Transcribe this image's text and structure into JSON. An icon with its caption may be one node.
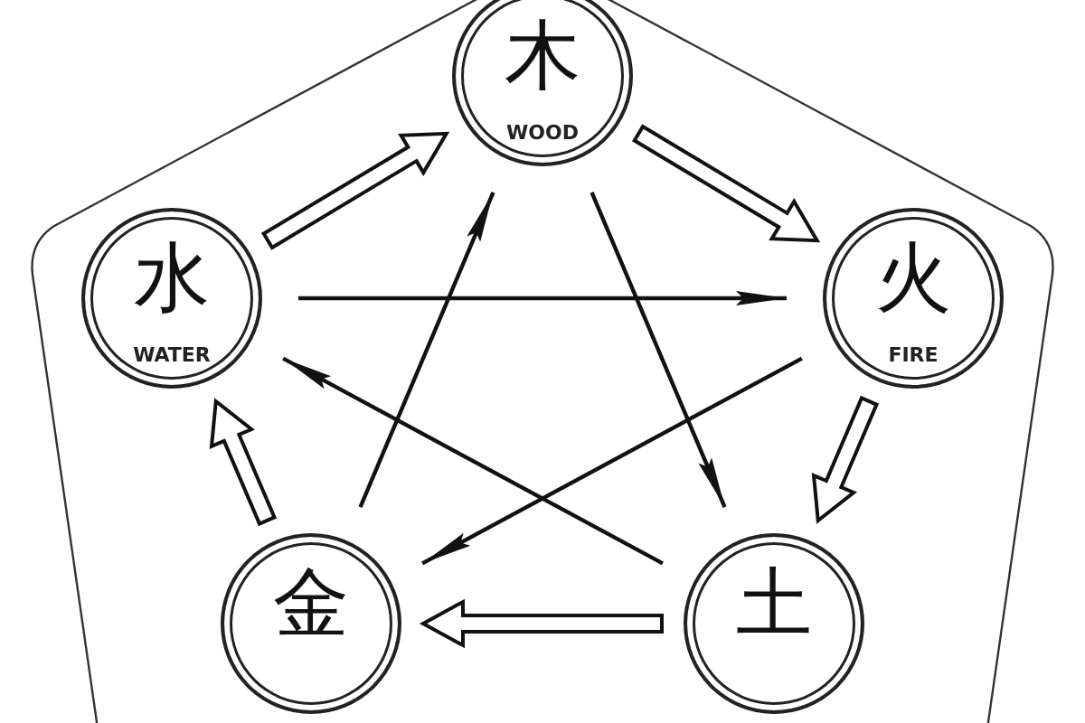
{
  "diagram": {
    "nodes": [
      {
        "text": [
          "木",
          "WOOD"
        ]
      },
      {
        "text": [
          "火",
          "FIRE"
        ]
      },
      {
        "text": [
          "土"
        ]
      },
      {
        "text": [
          "金"
        ]
      },
      {
        "text": [
          "水",
          "WATER"
        ]
      }
    ],
    "edges": [
      {
        "from": 0,
        "to": 1,
        "arrow": "to",
        "style": "thick"
      },
      {
        "from": 1,
        "to": 2,
        "arrow": "to",
        "style": "thick"
      },
      {
        "from": 2,
        "to": 3,
        "arrow": "to",
        "style": "thick"
      },
      {
        "from": 3,
        "to": 4,
        "arrow": "to",
        "style": "thick"
      },
      {
        "from": 4,
        "to": 0,
        "arrow": "to",
        "style": "thick"
      },
      {
        "from": 0,
        "to": 2,
        "arrow": "to"
      },
      {
        "from": 2,
        "to": 4,
        "arrow": "to"
      },
      {
        "from": 4,
        "to": 1,
        "arrow": "to"
      },
      {
        "from": 1,
        "to": 3,
        "arrow": "to"
      },
      {
        "from": 3,
        "to": 0,
        "arrow": "to"
      }
    ]
  }
}
